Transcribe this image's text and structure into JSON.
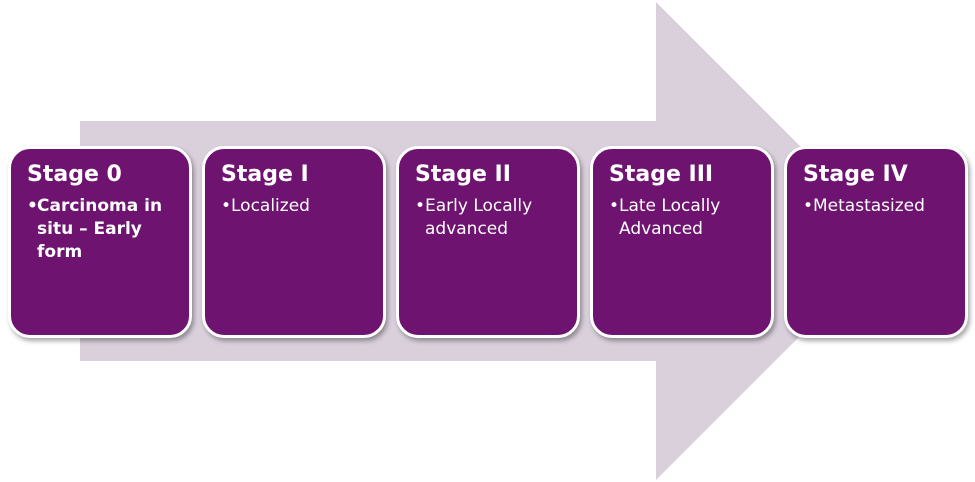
{
  "colors": {
    "box_fill": "#6e1470",
    "box_border": "#ffffff",
    "text": "#ffffff",
    "arrow_fill": "#d9d0dc"
  },
  "stages": [
    {
      "title": "Stage 0",
      "description": "Carcinoma in situ – Early form"
    },
    {
      "title": "Stage I",
      "description": "Localized"
    },
    {
      "title": "Stage II",
      "description": "Early Locally advanced"
    },
    {
      "title": "Stage III",
      "description": "Late Locally Advanced"
    },
    {
      "title": "Stage IV",
      "description": "Metastasized"
    }
  ]
}
